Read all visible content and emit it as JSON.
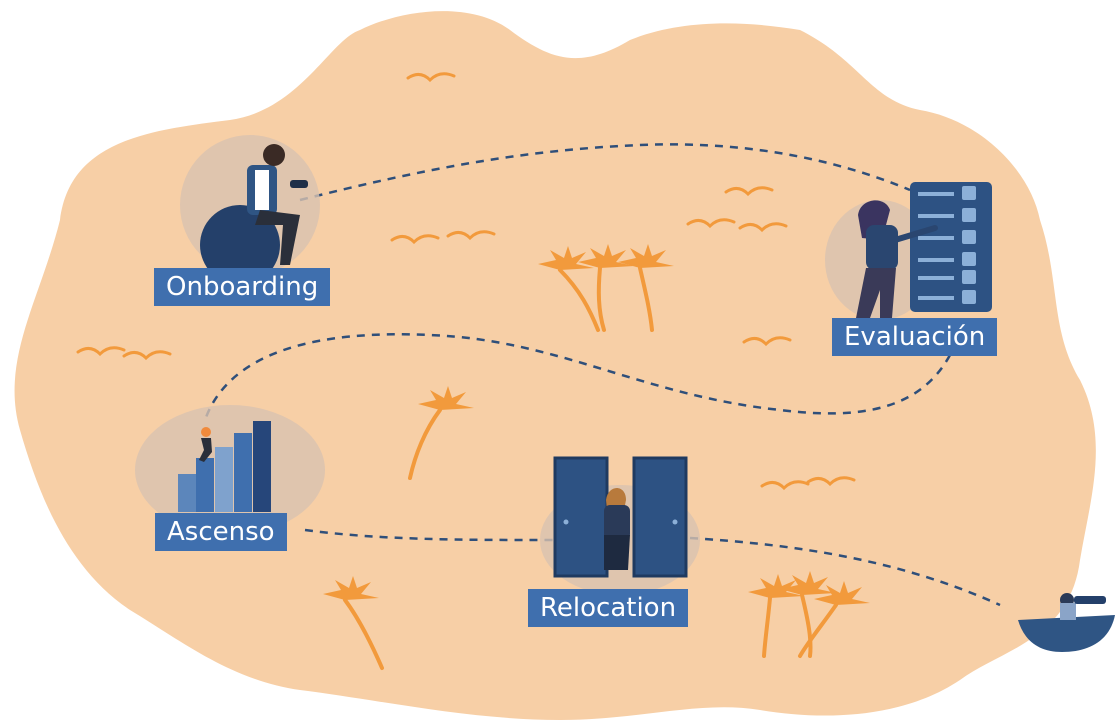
{
  "stages": [
    {
      "id": "onboarding",
      "label": "Onboarding"
    },
    {
      "id": "evaluacion",
      "label": "Evaluación"
    },
    {
      "id": "ascenso",
      "label": "Ascenso"
    },
    {
      "id": "relocation",
      "label": "Relocation"
    }
  ],
  "colors": {
    "island": "#f7cfa6",
    "path": "#2f4f7a",
    "label_bg": "#3f6fae",
    "label_text": "#ffffff",
    "accent": "#f29a3c",
    "figure_dark": "#2a4670",
    "halo": "#d8c2b0"
  },
  "icons": [
    "seagull-icon",
    "palm-tree-icon",
    "checklist-board-icon",
    "bar-chart-icon",
    "door-icon",
    "boat-icon"
  ]
}
